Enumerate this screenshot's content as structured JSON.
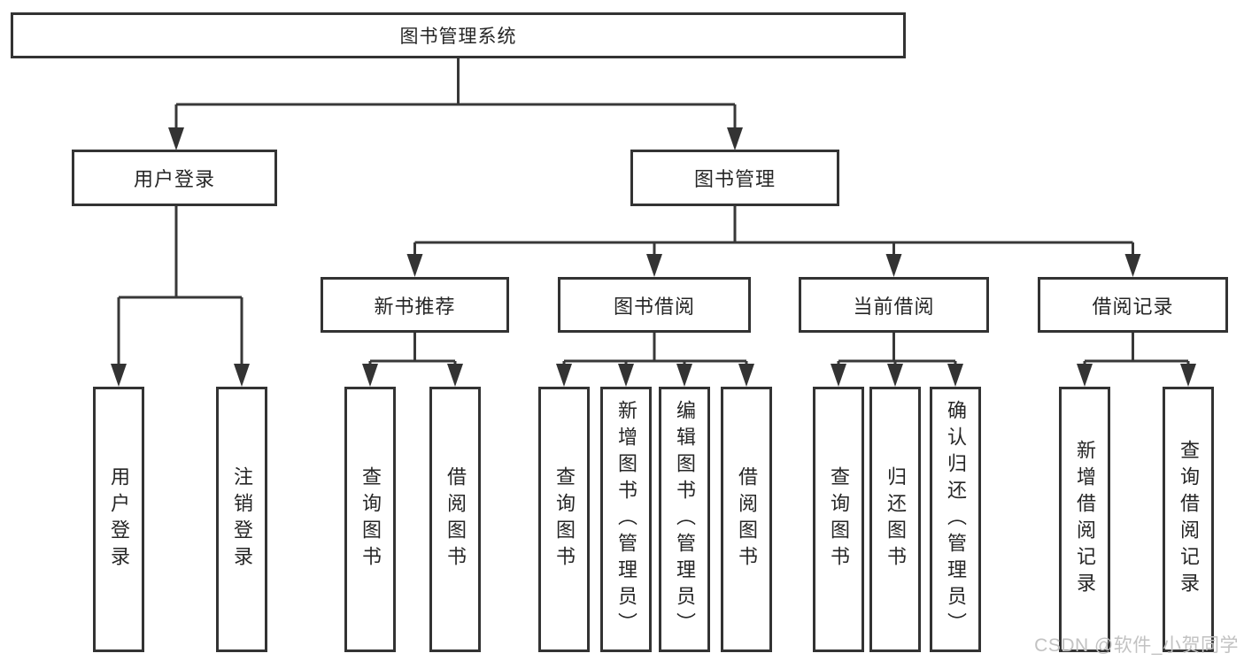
{
  "diagram_title": "图书管理系统",
  "nodes": {
    "root": "图书管理系统",
    "user_login": "用户登录",
    "book_mgmt": "图书管理",
    "new_book_rec": "新书推荐",
    "book_borrow": "图书借阅",
    "current_borrow": "当前借阅",
    "borrow_record": "借阅记录",
    "leaf_user_login": "用户登录",
    "leaf_logout": "注销登录",
    "leaf_rec_query_book": "查询图书",
    "leaf_rec_borrow_book": "借阅图书",
    "leaf_bb_query_book": "查询图书",
    "leaf_bb_add_book": "新增图书（管理员）",
    "leaf_bb_edit_book": "编辑图书（管理员）",
    "leaf_bb_borrow_book": "借阅图书",
    "leaf_cb_query_book": "查询图书",
    "leaf_cb_return_book": "归还图书",
    "leaf_cb_confirm_return": "确认归还（管理员）",
    "leaf_br_add_record": "新增借阅记录",
    "leaf_br_query_record": "查询借阅记录"
  },
  "structure": {
    "图书管理系统": {
      "用户登录": [
        "用户登录",
        "注销登录"
      ],
      "图书管理": {
        "新书推荐": [
          "查询图书",
          "借阅图书"
        ],
        "图书借阅": [
          "查询图书",
          "新增图书（管理员）",
          "编辑图书（管理员）",
          "借阅图书"
        ],
        "当前借阅": [
          "查询图书",
          "归还图书",
          "确认归还（管理员）"
        ],
        "借阅记录": [
          "新增借阅记录",
          "查询借阅记录"
        ]
      }
    }
  },
  "watermark": "CSDN @软件_小贺同学",
  "colors": {
    "line": "#383838",
    "box_border": "#333333",
    "box_fill": "#ffffff",
    "text": "#262626",
    "watermark": "#c2c2c2",
    "background": "#ffffff"
  }
}
